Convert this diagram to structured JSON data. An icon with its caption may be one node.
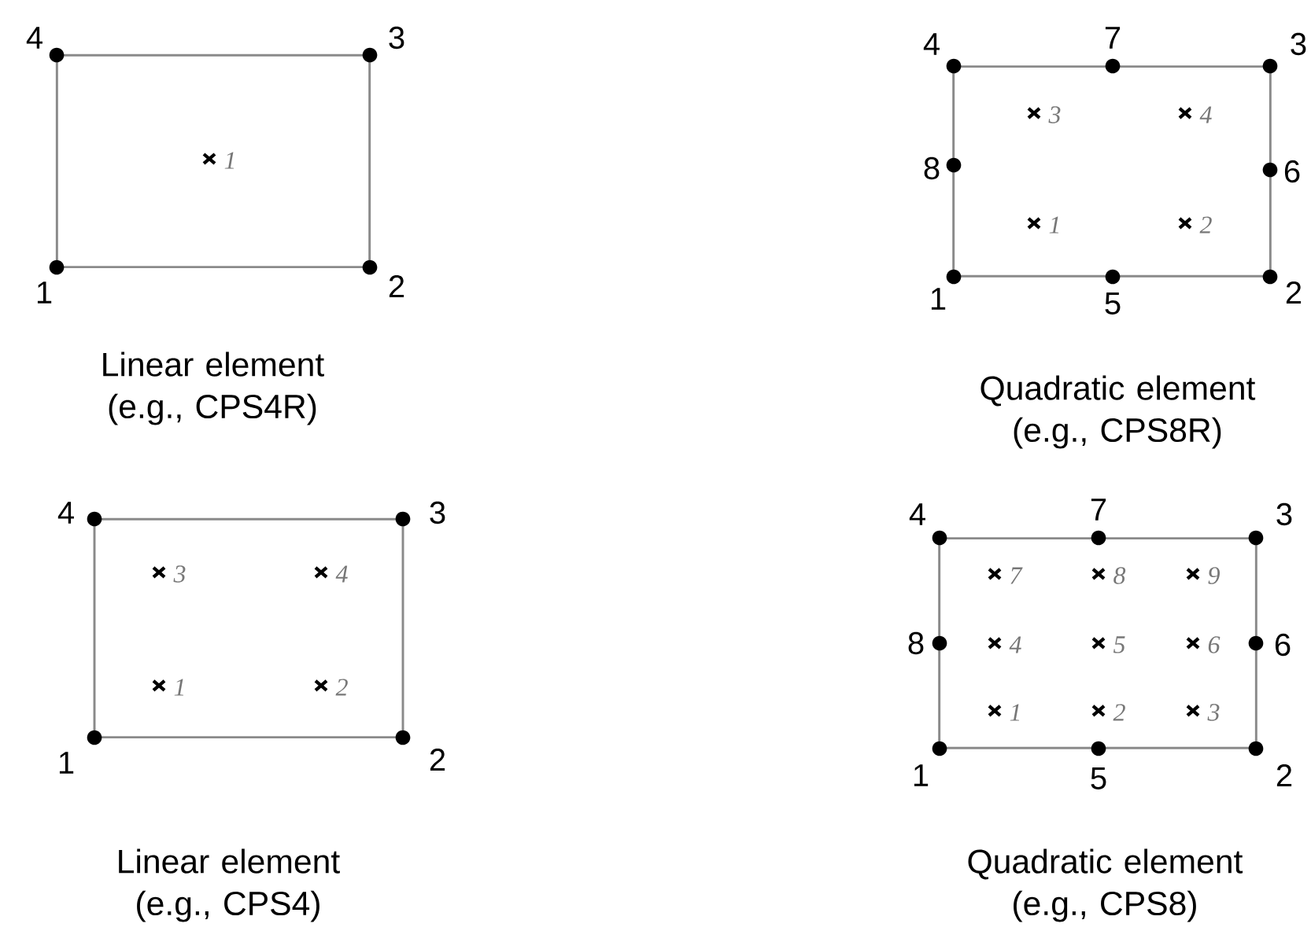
{
  "diagram": {
    "nodes": [
      {
        "text": [],
        "shape": "box",
        "beside": [
          "Linear element (e.g., CPS4R)"
        ]
      },
      {
        "text": [],
        "shape": "circle",
        "beside": [
          "4"
        ]
      },
      {
        "text": [],
        "shape": "circle",
        "beside": [
          "3"
        ]
      },
      {
        "text": [],
        "shape": "circle",
        "beside": [
          "1"
        ]
      },
      {
        "text": [],
        "shape": "circle",
        "beside": [
          "2"
        ]
      },
      {
        "text": [],
        "shape": "box",
        "beside": [
          "Quadratic element (e.g., CPS8R)"
        ]
      },
      {
        "text": [],
        "shape": "circle",
        "beside": [
          "4"
        ]
      },
      {
        "text": [],
        "shape": "circle",
        "beside": [
          "7"
        ]
      },
      {
        "text": [],
        "shape": "circle",
        "beside": [
          "3"
        ]
      },
      {
        "text": [],
        "shape": "circle",
        "beside": [
          "8"
        ]
      },
      {
        "text": [],
        "shape": "circle",
        "beside": [
          "6"
        ]
      },
      {
        "text": [],
        "shape": "circle",
        "beside": [
          "1"
        ]
      },
      {
        "text": [],
        "shape": "circle",
        "beside": [
          "5"
        ]
      },
      {
        "text": [],
        "shape": "circle",
        "beside": [
          "2"
        ]
      },
      {
        "text": [],
        "shape": "box",
        "beside": [
          "Linear element (e.g., CPS4)"
        ]
      },
      {
        "text": [],
        "shape": "circle",
        "beside": [
          "4"
        ]
      },
      {
        "text": [],
        "shape": "circle",
        "beside": [
          "3"
        ]
      },
      {
        "text": [],
        "shape": "circle",
        "beside": [
          "1"
        ]
      },
      {
        "text": [],
        "shape": "circle",
        "beside": [
          "2"
        ]
      },
      {
        "text": [],
        "shape": "box",
        "beside": [
          "Quadratic element (e.g., CPS8)"
        ]
      },
      {
        "text": [],
        "shape": "circle",
        "beside": [
          "4"
        ]
      },
      {
        "text": [],
        "shape": "circle",
        "beside": [
          "7"
        ]
      },
      {
        "text": [],
        "shape": "circle",
        "beside": [
          "3"
        ]
      },
      {
        "text": [],
        "shape": "circle",
        "beside": [
          "8"
        ]
      },
      {
        "text": [],
        "shape": "circle",
        "beside": [
          "6"
        ]
      },
      {
        "text": [],
        "shape": "circle",
        "beside": [
          "1"
        ]
      },
      {
        "text": [],
        "shape": "circle",
        "beside": [
          "5"
        ]
      },
      {
        "text": [],
        "shape": "circle",
        "beside": [
          "2"
        ]
      }
    ],
    "labels": [
      "1",
      "3",
      "4",
      "1",
      "2",
      "3",
      "4",
      "1",
      "2",
      "7",
      "8",
      "9",
      "4",
      "5",
      "6",
      "1",
      "2",
      "3"
    ]
  }
}
